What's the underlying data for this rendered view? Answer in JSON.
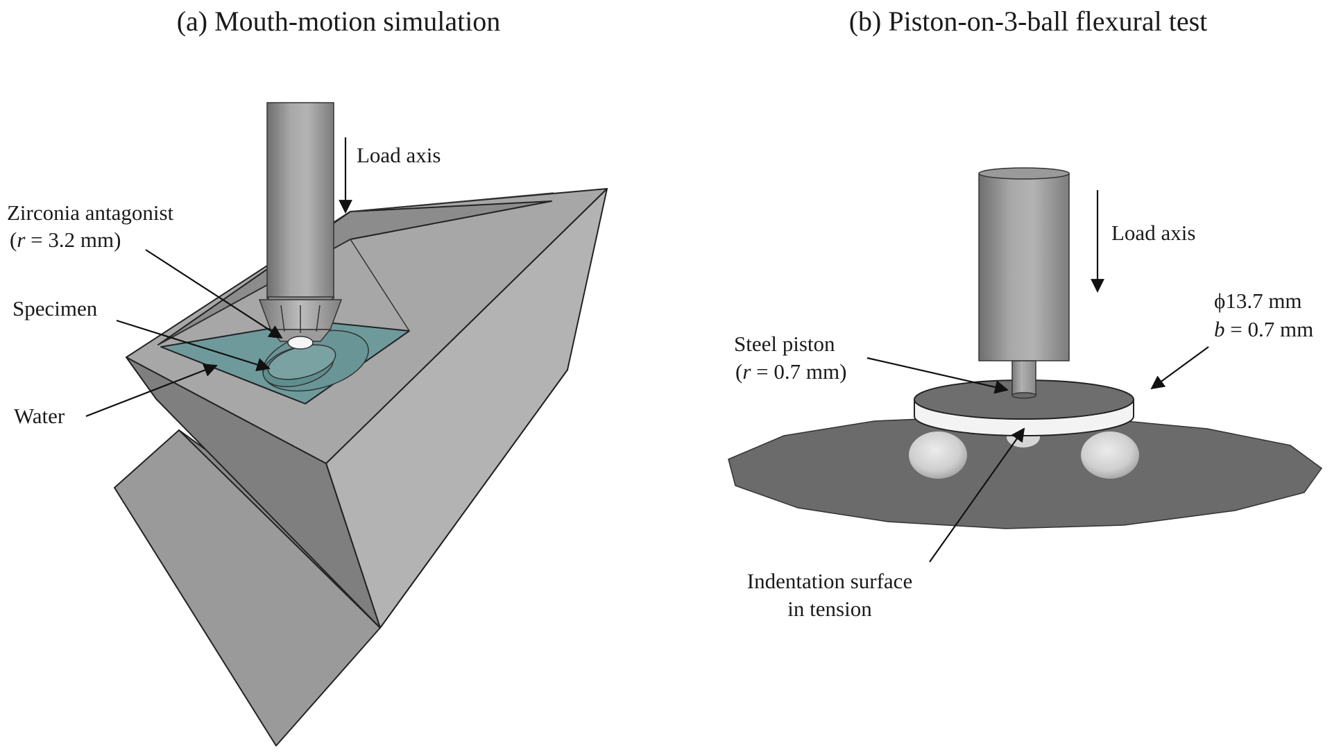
{
  "panel_a": {
    "title": "(a) Mouth-motion simulation",
    "load_axis": "Load axis",
    "antagonist_line1": "Zirconia antagonist",
    "antagonist_line2_var": "r",
    "antagonist_line2_rest": " = 3.2 mm)",
    "antagonist_line2_open": "(",
    "specimen": "Specimen",
    "water": "Water"
  },
  "panel_b": {
    "title": "(b) Piston-on-3-ball flexural test",
    "load_axis": "Load axis",
    "diameter": "ϕ13.7 mm",
    "thickness_var": "b",
    "thickness_rest": " = 0.7 mm",
    "piston_line1": "Steel piston",
    "piston_line2_open": "(",
    "piston_line2_var": "r",
    "piston_line2_rest": " = 0.7 mm)",
    "indentation_line1": "Indentation surface",
    "indentation_line2": "in tension"
  },
  "colors": {
    "block_top": "#a9a9a9",
    "block_side": "#8f8f8f",
    "block_dark": "#7a7a7a",
    "water": "#6f9a9c",
    "specimen": "#5f8e8f",
    "platform": "#6b6b6b",
    "disc": "#f2f2f2"
  }
}
